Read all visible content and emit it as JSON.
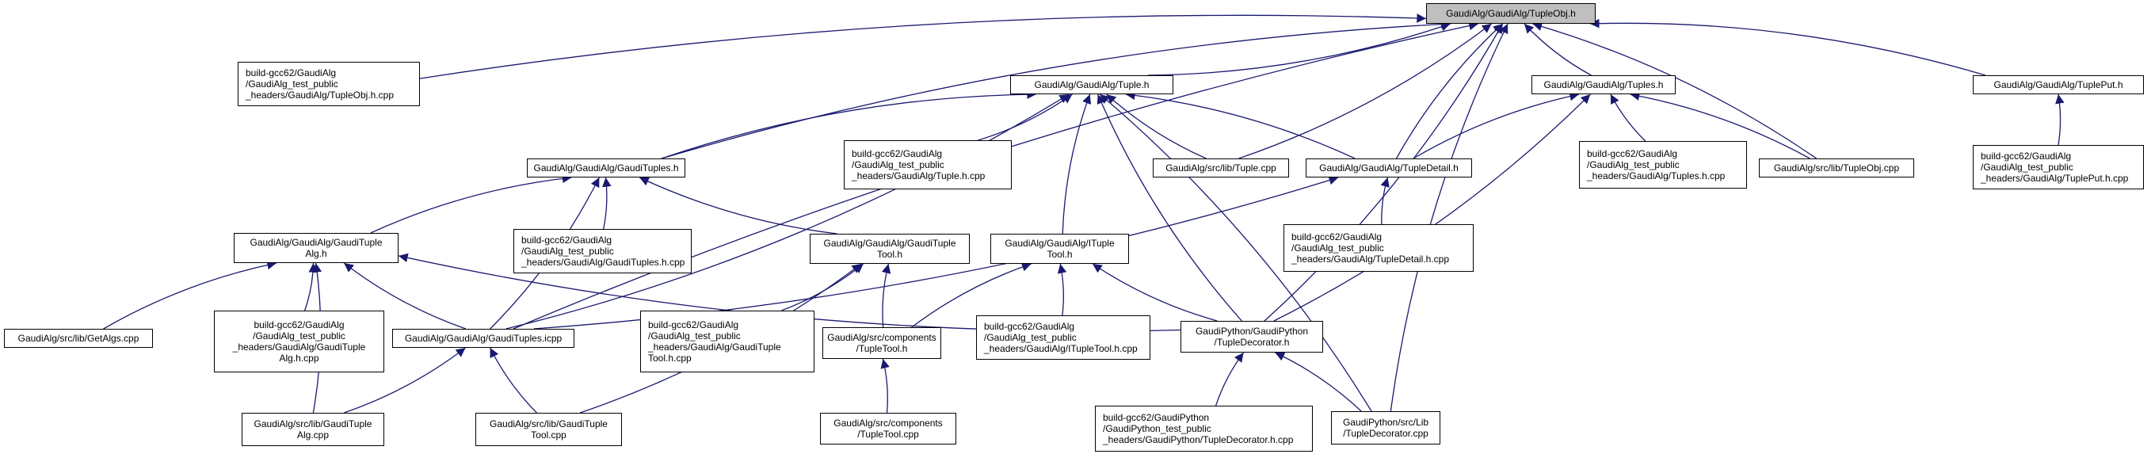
{
  "diagram": {
    "title": "Include dependency graph for GaudiAlg/GaudiAlg/TupleObj.h",
    "colors": {
      "edge": "#191970",
      "root_fill": "#bfbfbf",
      "node_fill": "#ffffff",
      "border": "#000000"
    },
    "nodes": [
      {
        "id": "tupleobj_h",
        "lines": [
          "GaudiAlg/GaudiAlg/TupleObj.h"
        ],
        "root": true
      },
      {
        "id": "tupleobj_h_cpp",
        "lines": [
          "build-gcc62/GaudiAlg",
          "/GaudiAlg_test_public",
          "_headers/GaudiAlg/TupleObj.h.cpp"
        ]
      },
      {
        "id": "tuple_h",
        "lines": [
          "GaudiAlg/GaudiAlg/Tuple.h"
        ]
      },
      {
        "id": "tuples_h",
        "lines": [
          "GaudiAlg/GaudiAlg/Tuples.h"
        ]
      },
      {
        "id": "tupleput_h",
        "lines": [
          "GaudiAlg/GaudiAlg/TuplePut.h"
        ]
      },
      {
        "id": "tupleput_h_cpp",
        "lines": [
          "build-gcc62/GaudiAlg",
          "/GaudiAlg_test_public",
          "_headers/GaudiAlg/TuplePut.h.cpp"
        ]
      },
      {
        "id": "gaudituples_h",
        "lines": [
          "GaudiAlg/GaudiAlg/GaudiTuples.h"
        ]
      },
      {
        "id": "tuple_h_cpp",
        "lines": [
          "build-gcc62/GaudiAlg",
          "/GaudiAlg_test_public",
          "_headers/GaudiAlg/Tuple.h.cpp"
        ]
      },
      {
        "id": "tuple_cpp",
        "lines": [
          "GaudiAlg/src/lib/Tuple.cpp"
        ]
      },
      {
        "id": "tupledetail_h",
        "lines": [
          "GaudiAlg/GaudiAlg/TupleDetail.h"
        ]
      },
      {
        "id": "tuples_h_cpp",
        "lines": [
          "build-gcc62/GaudiAlg",
          "/GaudiAlg_test_public",
          "_headers/GaudiAlg/Tuples.h.cpp"
        ]
      },
      {
        "id": "tupleobj_cpp",
        "lines": [
          "GaudiAlg/src/lib/TupleObj.cpp"
        ]
      },
      {
        "id": "gaudituplealg_h",
        "lines": [
          "GaudiAlg/GaudiAlg/GaudiTuple",
          "Alg.h"
        ]
      },
      {
        "id": "gaudituples_h_cpp",
        "lines": [
          "build-gcc62/GaudiAlg",
          "/GaudiAlg_test_public",
          "_headers/GaudiAlg/GaudiTuples.h.cpp"
        ]
      },
      {
        "id": "gaudituple_tool_h",
        "lines": [
          "GaudiAlg/GaudiAlg/GaudiTuple",
          "Tool.h"
        ]
      },
      {
        "id": "ituple_tool_h",
        "lines": [
          "GaudiAlg/GaudiAlg/ITuple",
          "Tool.h"
        ]
      },
      {
        "id": "tupledetail_h_cpp",
        "lines": [
          "build-gcc62/GaudiAlg",
          "/GaudiAlg_test_public",
          "_headers/GaudiAlg/TupleDetail.h.cpp"
        ]
      },
      {
        "id": "getalgs_cpp",
        "lines": [
          "GaudiAlg/src/lib/GetAlgs.cpp"
        ]
      },
      {
        "id": "gaudituplealg_h_cpp",
        "lines": [
          "build-gcc62/GaudiAlg",
          "/GaudiAlg_test_public",
          "_headers/GaudiAlg/GaudiTuple",
          "Alg.h.cpp"
        ]
      },
      {
        "id": "gaudituples_icpp",
        "lines": [
          "GaudiAlg/GaudiAlg/GaudiTuples.icpp"
        ]
      },
      {
        "id": "gaudituple_tool_h_cpp",
        "lines": [
          "build-gcc62/GaudiAlg",
          "/GaudiAlg_test_public",
          "_headers/GaudiAlg/GaudiTuple",
          "Tool.h.cpp"
        ]
      },
      {
        "id": "comp_tupletool_h",
        "lines": [
          "GaudiAlg/src/components",
          "/TupleTool.h"
        ]
      },
      {
        "id": "ituple_tool_h_cpp",
        "lines": [
          "build-gcc62/GaudiAlg",
          "/GaudiAlg_test_public",
          "_headers/GaudiAlg/ITupleTool.h.cpp"
        ]
      },
      {
        "id": "tupledecorator_h",
        "lines": [
          "GaudiPython/GaudiPython",
          "/TupleDecorator.h"
        ]
      },
      {
        "id": "gaudituplealg_cpp",
        "lines": [
          "GaudiAlg/src/lib/GaudiTuple",
          "Alg.cpp"
        ]
      },
      {
        "id": "gaudituple_tool_cpp",
        "lines": [
          "GaudiAlg/src/lib/GaudiTuple",
          "Tool.cpp"
        ]
      },
      {
        "id": "comp_tupletool_cpp",
        "lines": [
          "GaudiAlg/src/components",
          "/TupleTool.cpp"
        ]
      },
      {
        "id": "tupledecorator_h_cpp",
        "lines": [
          "build-gcc62/GaudiPython",
          "/GaudiPython_test_public",
          "_headers/GaudiPython/TupleDecorator.h.cpp"
        ]
      },
      {
        "id": "tupledecorator_cpp",
        "lines": [
          "GaudiPython/src/Lib",
          "/TupleDecorator.cpp"
        ]
      }
    ],
    "edges": [
      [
        "tupleobj_h_cpp",
        "tupleobj_h"
      ],
      [
        "tuple_h",
        "tupleobj_h"
      ],
      [
        "tuples_h",
        "tupleobj_h"
      ],
      [
        "tupleput_h",
        "tupleobj_h"
      ],
      [
        "gaudituples_h",
        "tupleobj_h"
      ],
      [
        "tuple_cpp",
        "tupleobj_h"
      ],
      [
        "tupledetail_h",
        "tupleobj_h"
      ],
      [
        "tupleobj_cpp",
        "tupleobj_h"
      ],
      [
        "gaudituples_icpp",
        "tupleobj_h"
      ],
      [
        "tupledecorator_h",
        "tupleobj_h"
      ],
      [
        "tupledecorator_cpp",
        "tupleobj_h"
      ],
      [
        "tupleput_h_cpp",
        "tupleput_h"
      ],
      [
        "gaudituples_h",
        "tuple_h"
      ],
      [
        "tuple_h_cpp",
        "tuple_h"
      ],
      [
        "tuple_cpp",
        "tuple_h"
      ],
      [
        "tupledetail_h",
        "tuple_h"
      ],
      [
        "ituple_tool_h",
        "tuple_h"
      ],
      [
        "gaudituples_icpp",
        "tuple_h"
      ],
      [
        "tupledecorator_h",
        "tuple_h"
      ],
      [
        "tupledecorator_cpp",
        "tuple_h"
      ],
      [
        "tuples_h_cpp",
        "tuples_h"
      ],
      [
        "tupleobj_cpp",
        "tuples_h"
      ],
      [
        "tupledetail_h",
        "tuples_h"
      ],
      [
        "tupledecorator_h",
        "tuples_h"
      ],
      [
        "gaudituplealg_h",
        "gaudituples_h"
      ],
      [
        "gaudituples_h_cpp",
        "gaudituples_h"
      ],
      [
        "gaudituple_tool_h",
        "gaudituples_h"
      ],
      [
        "gaudituples_icpp",
        "gaudituples_h"
      ],
      [
        "tupledetail_h_cpp",
        "tupledetail_h"
      ],
      [
        "gaudituples_icpp",
        "tupledetail_h"
      ],
      [
        "getalgs_cpp",
        "gaudituplealg_h"
      ],
      [
        "gaudituplealg_h_cpp",
        "gaudituplealg_h"
      ],
      [
        "gaudituples_icpp",
        "gaudituplealg_h"
      ],
      [
        "gaudituplealg_cpp",
        "gaudituplealg_h"
      ],
      [
        "tupledecorator_h",
        "gaudituplealg_h"
      ],
      [
        "gaudituple_tool_h_cpp",
        "gaudituple_tool_h"
      ],
      [
        "comp_tupletool_h",
        "gaudituple_tool_h"
      ],
      [
        "gaudituple_tool_cpp",
        "gaudituple_tool_h"
      ],
      [
        "comp_tupletool_h",
        "ituple_tool_h"
      ],
      [
        "ituple_tool_h_cpp",
        "ituple_tool_h"
      ],
      [
        "tupledecorator_h",
        "ituple_tool_h"
      ],
      [
        "gaudituplealg_cpp",
        "gaudituples_icpp"
      ],
      [
        "gaudituple_tool_cpp",
        "gaudituples_icpp"
      ],
      [
        "comp_tupletool_cpp",
        "comp_tupletool_h"
      ],
      [
        "tupledecorator_h_cpp",
        "tupledecorator_h"
      ],
      [
        "tupledecorator_cpp",
        "tupledecorator_h"
      ]
    ]
  }
}
